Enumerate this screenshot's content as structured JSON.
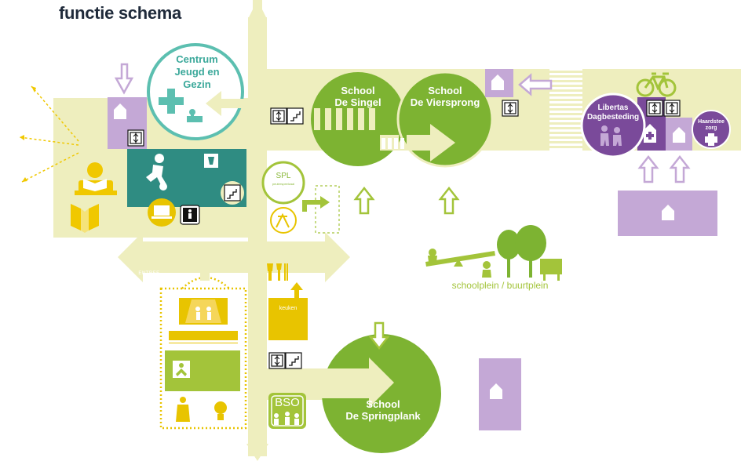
{
  "title": "functie schema",
  "labels": {
    "cjg_line1": "Centrum",
    "cjg_line2": "Jeugd en Gezin",
    "singel_line1": "School",
    "singel_line2": "De Singel",
    "viersprong_line1": "School",
    "viersprong_line2": "De Viersprong",
    "springplank_line1": "School",
    "springplank_line2": "De Springplank",
    "libertas_line1": "Libertas",
    "libertas_line2": "Dagbesteding",
    "haardsteezorg_line1": "Haardstee",
    "haardsteezorg_line2": "zorg",
    "spl": "SPL",
    "spl_sub": "peuterspeelzaal",
    "keuken": "keuken",
    "entree": "ENTREE",
    "bso": "BSO",
    "schoolplein": "schoolplein / buurtplein"
  },
  "colors": {
    "corridor": "#eeeebe",
    "school_green": "#7db332",
    "teal": "#2f8c82",
    "cjg_teal": "#5cbfb0",
    "purple": "#7a4a9a",
    "light_purple": "#c4a8d6",
    "yellow": "#e8c400",
    "lime": "#a3c43a",
    "dark_text": "#1f2a3a"
  },
  "icons": [
    "elevator-icon",
    "stairs-icon",
    "house-icon",
    "arrow-icon",
    "cross-icon",
    "bicycle-icon",
    "football-icon",
    "reading-icon",
    "tree-icon",
    "seesaw-icon",
    "bench-icon",
    "theater-icon",
    "lamp-icon",
    "computer-icon",
    "cutlery-icon",
    "bottle-icon"
  ]
}
